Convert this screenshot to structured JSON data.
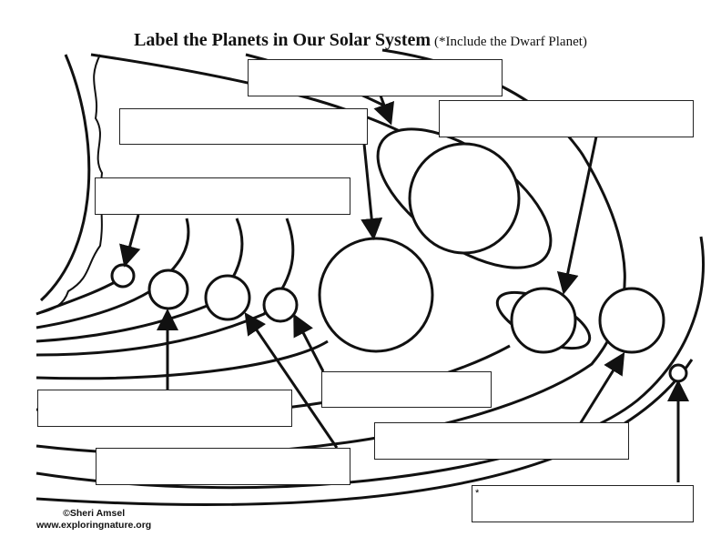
{
  "worksheet": {
    "title": "Label the Planets in Our Solar System",
    "subtitle": "(*Include the Dwarf Planet)",
    "dwarf_marker": "*",
    "credit_author": "©Sheri Amsel",
    "credit_site": "www.exploringnature.org",
    "label_boxes": [
      {
        "id": "mercury",
        "value": ""
      },
      {
        "id": "venus",
        "value": ""
      },
      {
        "id": "earth",
        "value": ""
      },
      {
        "id": "mars",
        "value": ""
      },
      {
        "id": "jupiter",
        "value": ""
      },
      {
        "id": "saturn",
        "value": ""
      },
      {
        "id": "uranus",
        "value": ""
      },
      {
        "id": "neptune",
        "value": ""
      },
      {
        "id": "dwarf-planet",
        "value": ""
      }
    ]
  }
}
